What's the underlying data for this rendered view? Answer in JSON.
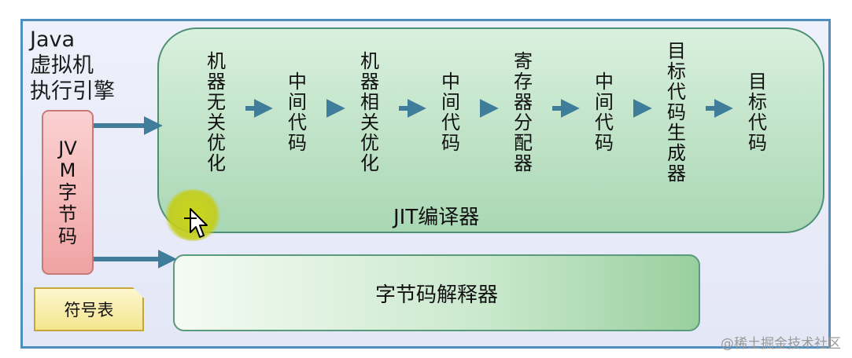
{
  "vm_title": "Java\n虚拟机\n执行引擎",
  "jit": {
    "label": "JIT编译器",
    "stages": [
      {
        "text": "机器无关优化",
        "kind": "blue"
      },
      {
        "text": "中间代码",
        "kind": "red"
      },
      {
        "text": "机器相关优化",
        "kind": "blue"
      },
      {
        "text": "中间代码",
        "kind": "red"
      },
      {
        "text": "寄存器分配器",
        "kind": "blue"
      },
      {
        "text": "中间代码",
        "kind": "red"
      },
      {
        "text": "目标代码生成器",
        "kind": "blue"
      },
      {
        "text": "目标代码",
        "kind": "red"
      }
    ]
  },
  "bytecode": "JVM 字节码",
  "interpreter": "字节码解释器",
  "symbol_table": "符号表",
  "watermark": "@稀土掘金技术社区",
  "colors": {
    "outer_border": "#4f8fbf",
    "arrow": "#3f7d9a",
    "jit_fill": "#a9d7b4",
    "blue_stage": "#c6e0f4",
    "red_stage": "#f3a7a6"
  }
}
